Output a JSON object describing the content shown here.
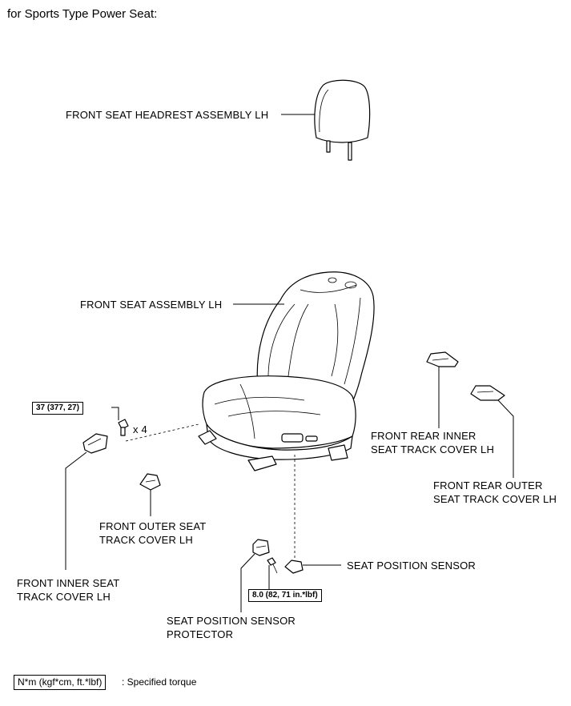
{
  "heading": "for Sports Type Power Seat:",
  "labels": {
    "headrest": "FRONT SEAT HEADREST ASSEMBLY LH",
    "seat_assembly": "FRONT SEAT ASSEMBLY LH",
    "rear_inner_1": "FRONT REAR INNER",
    "rear_inner_2": "SEAT TRACK COVER LH",
    "rear_outer_1": "FRONT REAR OUTER",
    "rear_outer_2": "SEAT TRACK COVER LH",
    "outer_1": "FRONT OUTER SEAT",
    "outer_2": "TRACK COVER LH",
    "inner_1": "FRONT INNER SEAT",
    "inner_2": "TRACK COVER LH",
    "sensor": "SEAT POSITION SENSOR",
    "protector_1": "SEAT POSITION SENSOR",
    "protector_2": "PROTECTOR",
    "bolt_qty": "x 4"
  },
  "torques": {
    "seat_bolt": "37 (377, 27)",
    "sensor_bolt": "8.0 (82, 71 in.*lbf)"
  },
  "legend": {
    "units": "N*m (kgf*cm, ft.*lbf)",
    "meaning": ": Specified torque"
  }
}
